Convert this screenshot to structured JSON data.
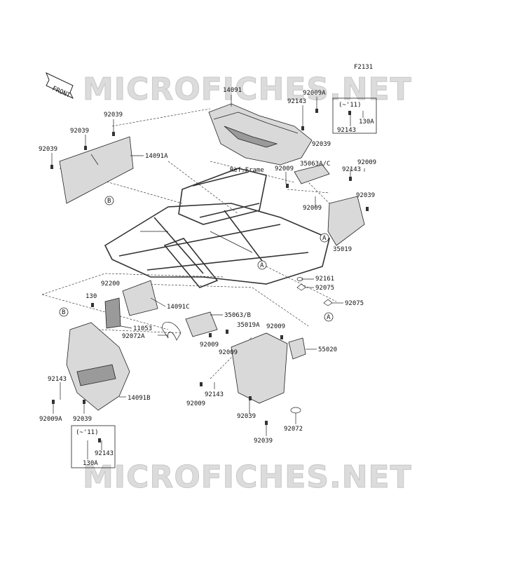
{
  "figure_code": "F2131",
  "watermark": "MICROFICHES.NET",
  "front_label": "FRONT",
  "ref_frame_label": "Ref.Frame",
  "callouts": {
    "A": "A",
    "B": "B"
  },
  "model_note": "(~'11)",
  "part_labels": {
    "p14091": "14091",
    "p92009A_top": "92009A",
    "p92143_top": "92143",
    "p92039_top_right": "92039",
    "p92143_box_tr": "92143",
    "p130A_box_tr": "130A",
    "p92039_l1": "92039",
    "p92039_l2": "92039",
    "p92039_l3": "92039",
    "p14091A": "14091A",
    "p92009_mid": "92009",
    "p35063AC": "35063A/C",
    "p92009_r1": "92009",
    "p92143_r": "92143",
    "p92039_r": "92039",
    "p92009_mid2": "92009",
    "p35019": "35019",
    "p92161": "92161",
    "p92075_a": "92075",
    "p92075_b": "92075",
    "p92200": "92200",
    "p130": "130",
    "p14091C": "14091C",
    "p11053": "11053",
    "p35063B": "35063/B",
    "p35019A": "35019A",
    "p92072A": "92072A",
    "p92009_c1": "92009",
    "p92009_c2": "92009",
    "p92009_c3": "92009",
    "p55020": "55020",
    "p92143_bl": "92143",
    "p92009A_bl": "92009A",
    "p92039_bl": "92039",
    "p14091B": "14091B",
    "p92009_bc": "92009",
    "p92143_bc": "92143",
    "p92039_bc1": "92039",
    "p92039_bc2": "92039",
    "p92072": "92072",
    "p92143_box_bl": "92143",
    "p130A_box_bl": "130A"
  }
}
